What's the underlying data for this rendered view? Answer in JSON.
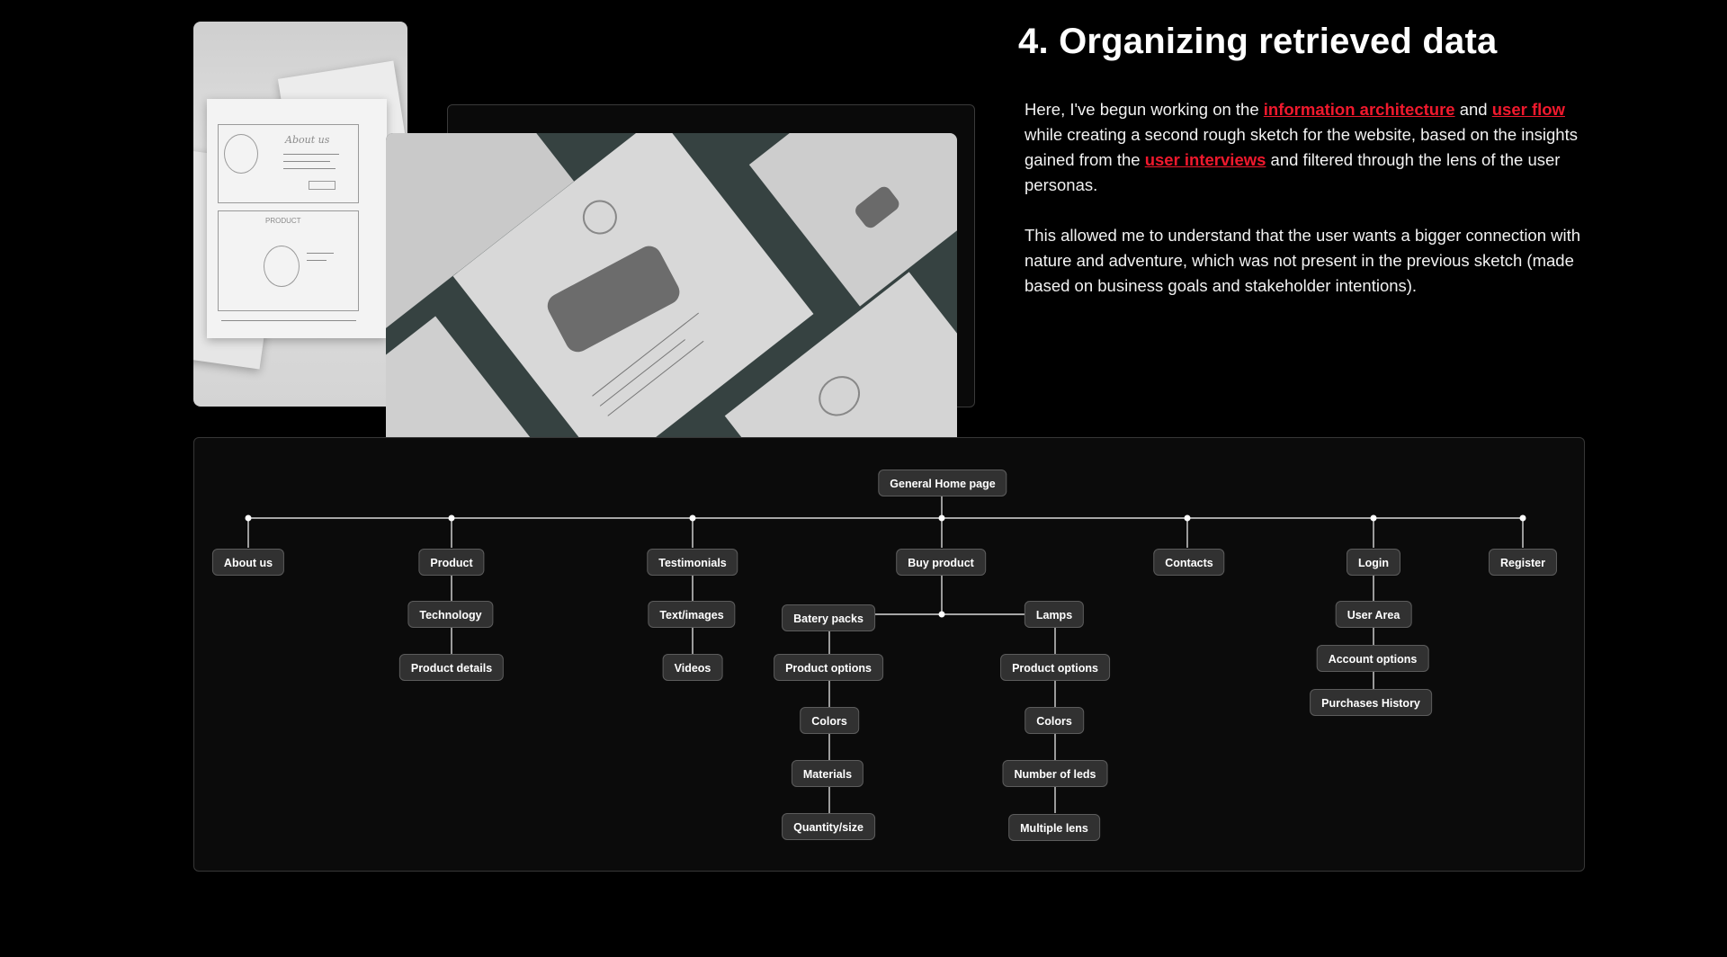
{
  "heading": "4. Organizing retrieved data",
  "intro": {
    "pre": "Here, I've begun working on the ",
    "link1": "information architecture",
    "mid1": " and ",
    "link2": "user flow",
    "mid2": " while creating a second rough sketch for the website, based on the insights gained from the ",
    "link3": "user interviews",
    "post": " and filtered through the lens of the user personas."
  },
  "insight": "This allowed me to understand that the user wants a bigger connection with nature and adventure, which was not present in the previous sketch (made based on business goals and stakeholder intentions).",
  "sketch_text": {
    "about": "About us",
    "product": "PRODUCT"
  },
  "colors": {
    "background": "#000000",
    "accent": "#f0192d",
    "node_fill": "#313131",
    "connector": "#d9d9d9"
  },
  "diagram": {
    "root": "General Home page",
    "sections": [
      {
        "label": "About us",
        "children": []
      },
      {
        "label": "Product",
        "children": [
          "Technology",
          "Product details"
        ]
      },
      {
        "label": "Testimonials",
        "children": [
          "Text/images",
          "Videos"
        ]
      },
      {
        "label": "Buy product",
        "children": [
          {
            "label": "Batery packs",
            "children": [
              "Product options",
              "Colors",
              "Materials",
              "Quantity/size"
            ]
          },
          {
            "label": "Lamps",
            "children": [
              "Product options",
              "Colors",
              "Number of leds",
              "Multiple lens"
            ]
          }
        ]
      },
      {
        "label": "Contacts",
        "children": []
      },
      {
        "label": "Login",
        "children": [
          "User Area",
          "Account options",
          "Purchases History"
        ]
      },
      {
        "label": "Register",
        "children": []
      }
    ]
  }
}
